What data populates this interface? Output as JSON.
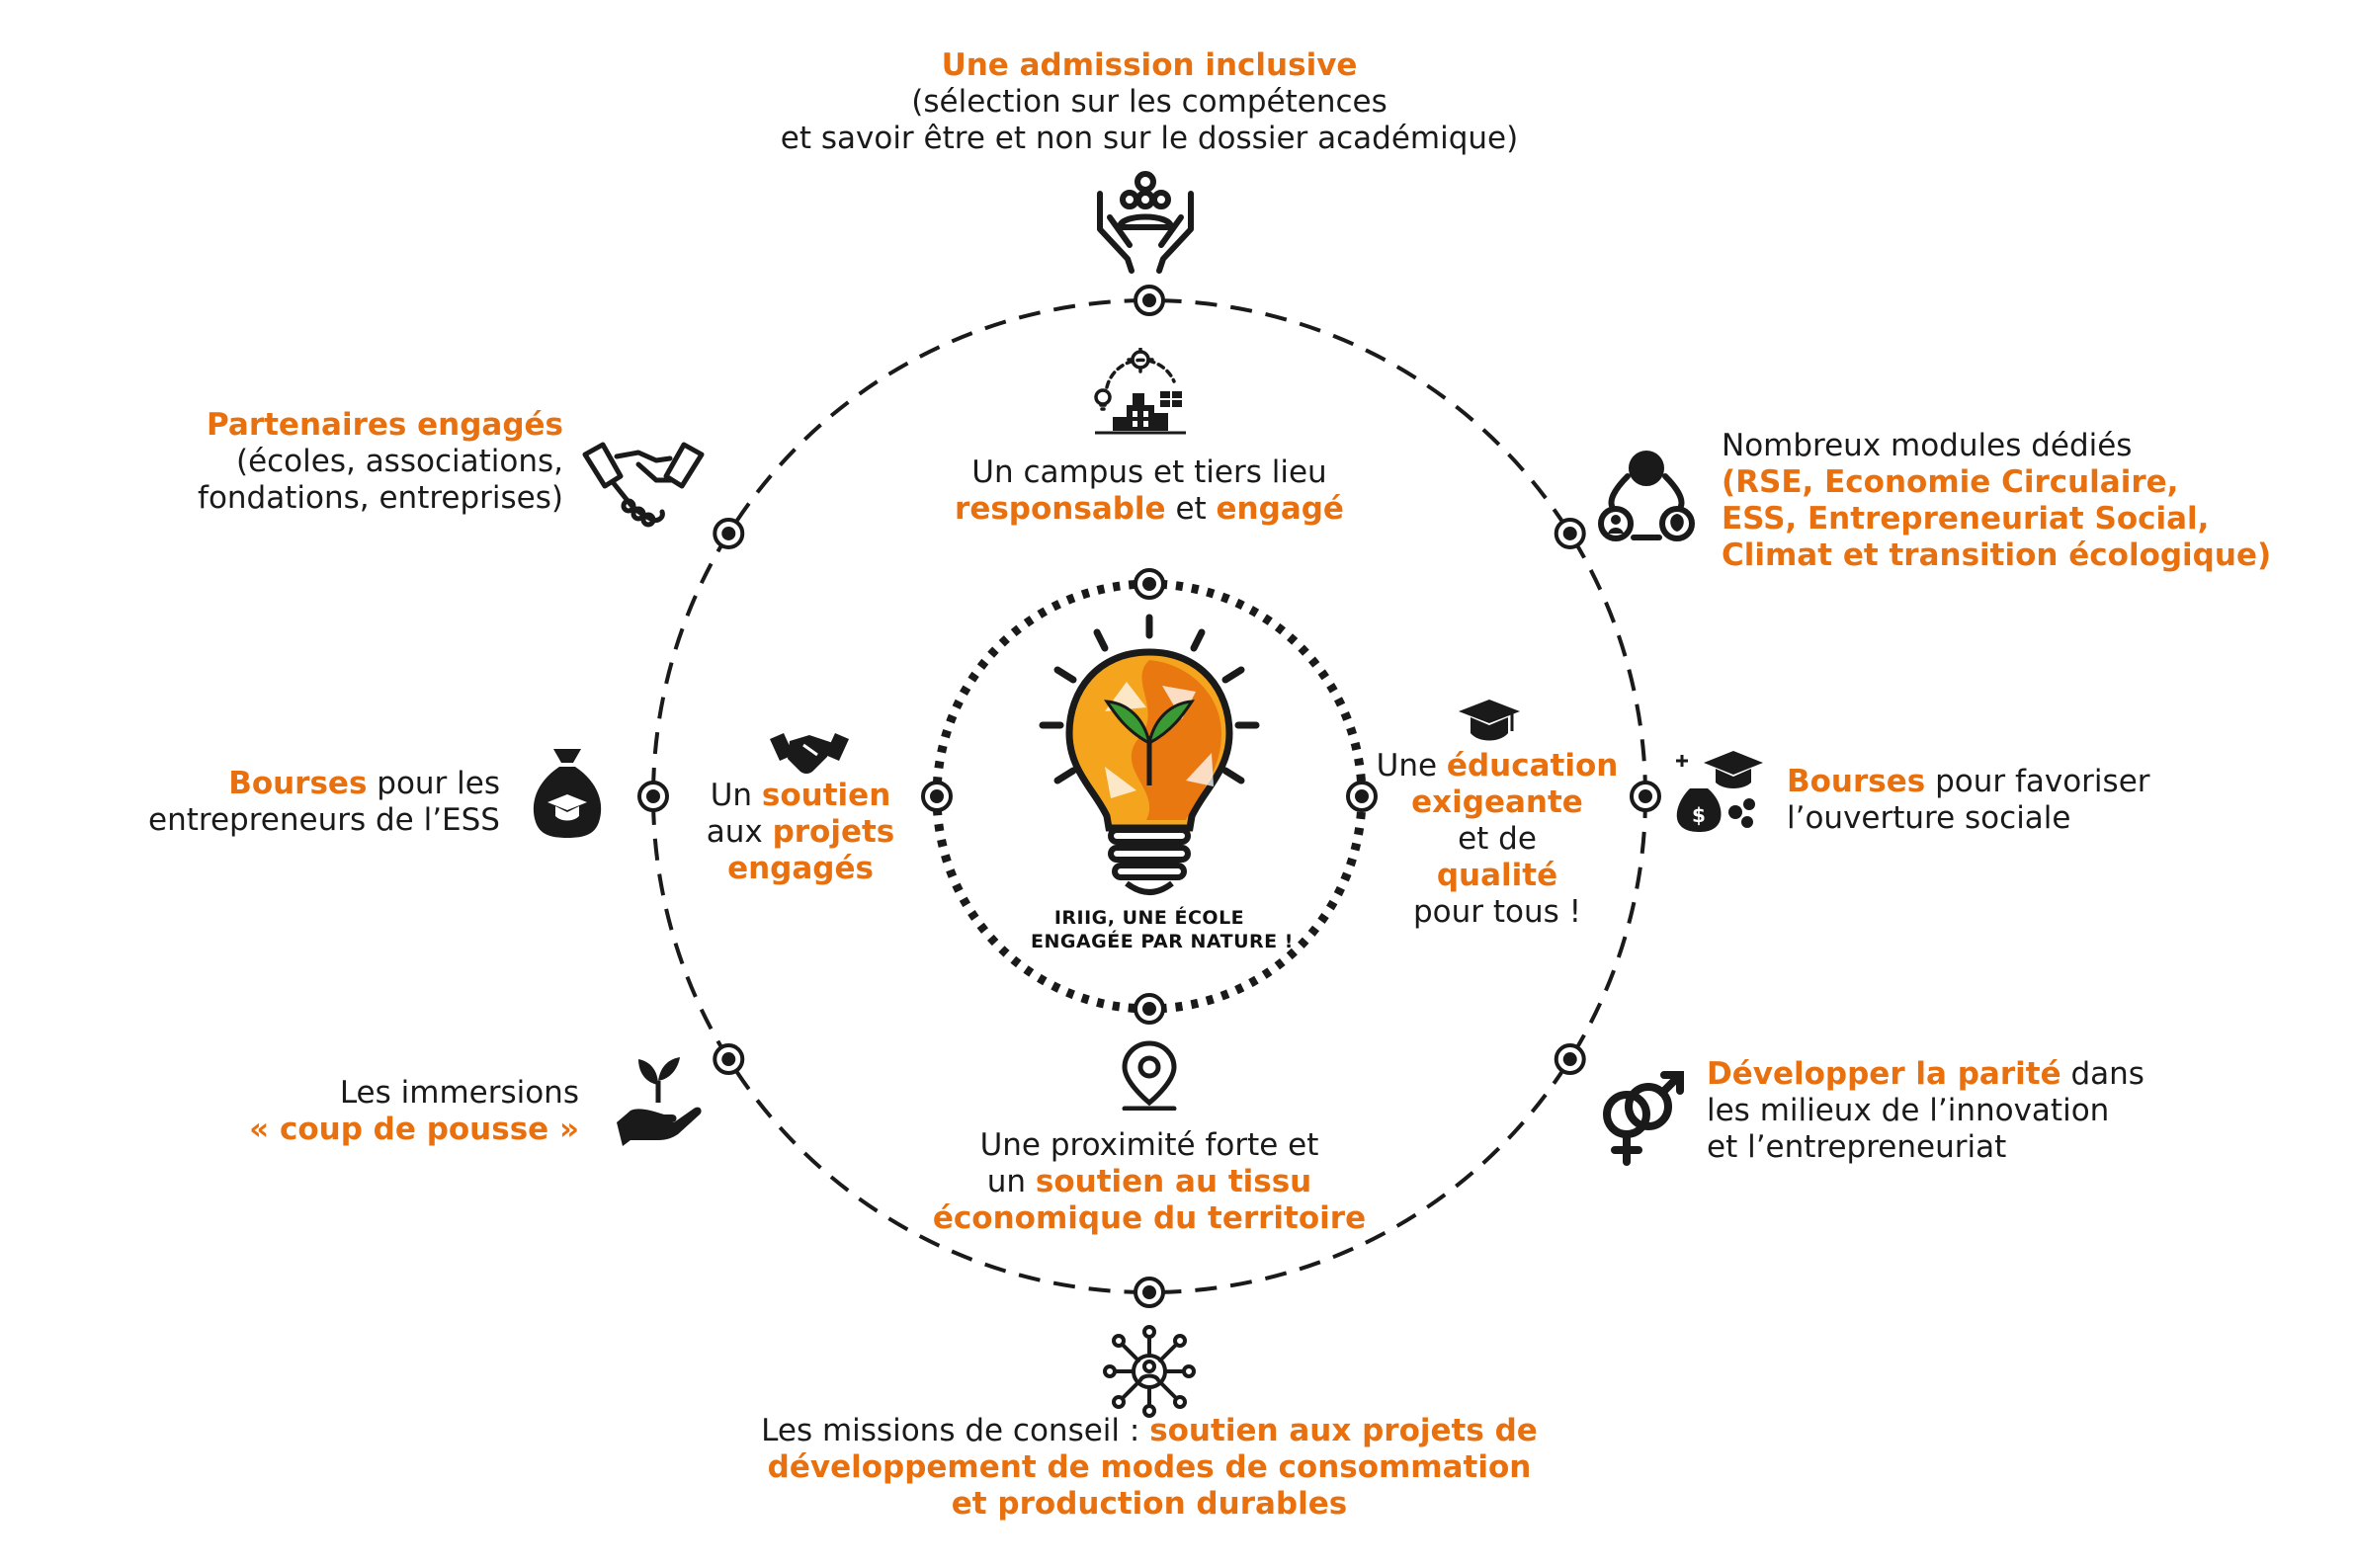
{
  "colors": {
    "accent": "#e8700e",
    "text": "#1a1a1a",
    "dash": "#1a1a1a"
  },
  "center": {
    "caption_line1": "IRIIG, UNE ÉCOLE",
    "caption_line2": "ENGAGÉE PAR NATURE !"
  },
  "outer": {
    "top": {
      "icon": "hands-community-icon",
      "l1": "Une admission inclusive",
      "l2": "(sélection sur les compétences",
      "l3": "et savoir être et non sur le dossier académique)"
    },
    "top_left": {
      "icon": "handshake-icon",
      "l1": "Partenaires engagés",
      "l2": "(écoles, associations,",
      "l3": "fondations, entreprises)"
    },
    "top_right": {
      "icon": "network-cycle-icon",
      "l1": "Nombreux modules dédiés",
      "l2": "(RSE, Economie Circulaire,",
      "l3": "ESS, Entrepreneuriat Social,",
      "l4": "Climat et transition écologique)"
    },
    "left": {
      "icon": "money-bag-graduation-icon",
      "l1_hl": "Bourses",
      "l1_rest": " pour les",
      "l2": "entrepreneurs de l’ESS"
    },
    "right": {
      "icon": "graduation-money-icon",
      "l1_hl": "Bourses",
      "l1_rest": " pour favoriser",
      "l2": "l’ouverture sociale"
    },
    "bottom_left": {
      "icon": "hand-sprout-icon",
      "l1": "Les immersions",
      "l2": "« coup de pousse »"
    },
    "bottom_right": {
      "icon": "gender-symbols-icon",
      "l1_hl": "Développer la parité",
      "l1_rest": " dans",
      "l2": "les milieux de l’innovation",
      "l3": "et l’entrepreneuriat"
    },
    "bottom": {
      "icon": "consulting-network-icon",
      "l1_plain": "Les missions de conseil : ",
      "l1_hl": "soutien aux projets de",
      "l2": "développement de modes de consommation",
      "l3": "et production durables"
    }
  },
  "inner": {
    "top": {
      "icon": "sustainable-campus-icon",
      "l1": "Un campus et tiers lieu",
      "l2_hl1": "responsable",
      "l2_mid": " et ",
      "l2_hl2": "engagé"
    },
    "left": {
      "icon": "handshake-solid-icon",
      "l1_plain": "Un ",
      "l1_hl": "soutien",
      "l2_plain": "aux ",
      "l2_hl": "projets",
      "l3_hl": "engagés"
    },
    "right": {
      "icon": "graduation-cap-icon",
      "l1_plain": "Une ",
      "l1_hl": "éducation",
      "l2_hl": "exigeante",
      "l3": "et de",
      "l4_hl": "qualité",
      "l5": "pour tous !"
    },
    "bottom": {
      "icon": "location-pin-icon",
      "l1": "Une proximité forte et",
      "l2_plain": "un ",
      "l2_hl": "soutien au tissu",
      "l3": "économique du territoire"
    }
  }
}
